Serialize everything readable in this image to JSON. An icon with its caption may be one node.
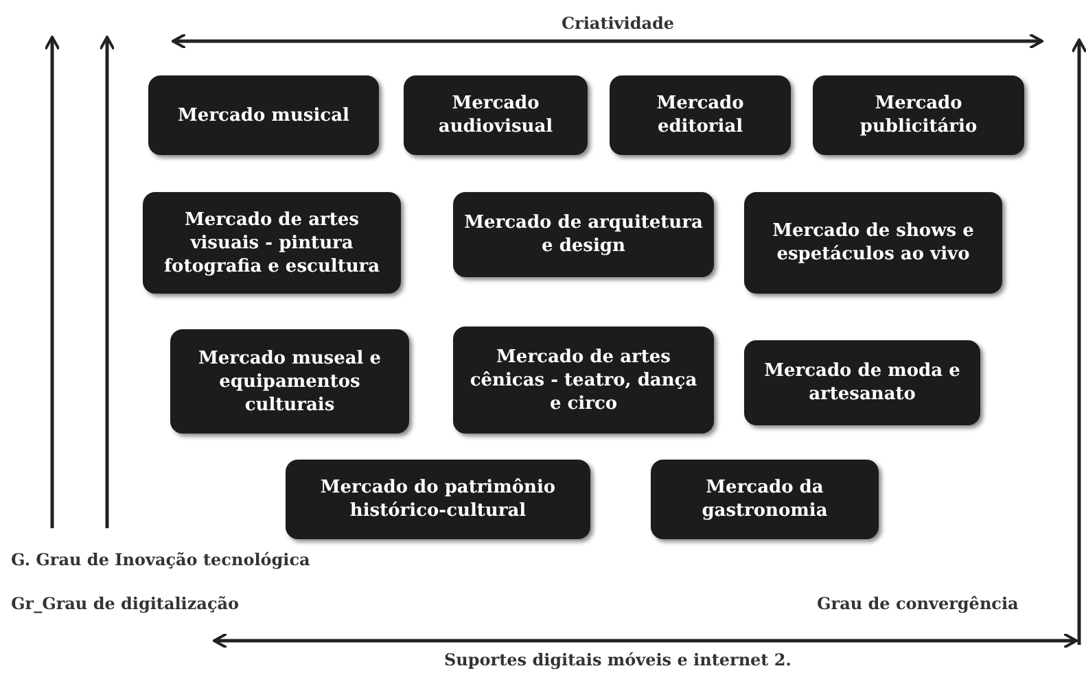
{
  "diagram": {
    "nodes": [
      {
        "text": [
          "Mercado musical"
        ]
      },
      {
        "text": [
          "Mercado audiovisual"
        ]
      },
      {
        "text": [
          "Mercado editorial"
        ]
      },
      {
        "text": [
          "Mercado publicitário"
        ]
      },
      {
        "text": [
          "Mercado de artes visuais - pintura fotografia e escultura"
        ]
      },
      {
        "text": [
          "Mercado de arquitetura e design"
        ]
      },
      {
        "text": [
          "Mercado de shows e espetáculos ao vivo"
        ]
      },
      {
        "text": [
          "Mercado museal e equipamentos culturais"
        ]
      },
      {
        "text": [
          "Mercado de artes cênicas - teatro, dança e circo"
        ]
      },
      {
        "text": [
          "Mercado de moda e artesanato"
        ]
      },
      {
        "text": [
          "Mercado do patrimônio histórico-cultural"
        ]
      },
      {
        "text": [
          "Mercado da gastronomia"
        ]
      }
    ],
    "edges": [],
    "labels": [
      "Criatividade",
      "G. Grau de Inovação tecnológica",
      "Gr_Grau de digitalização",
      "Grau de convergência",
      "Suportes digitais móveis e internet 2."
    ]
  }
}
